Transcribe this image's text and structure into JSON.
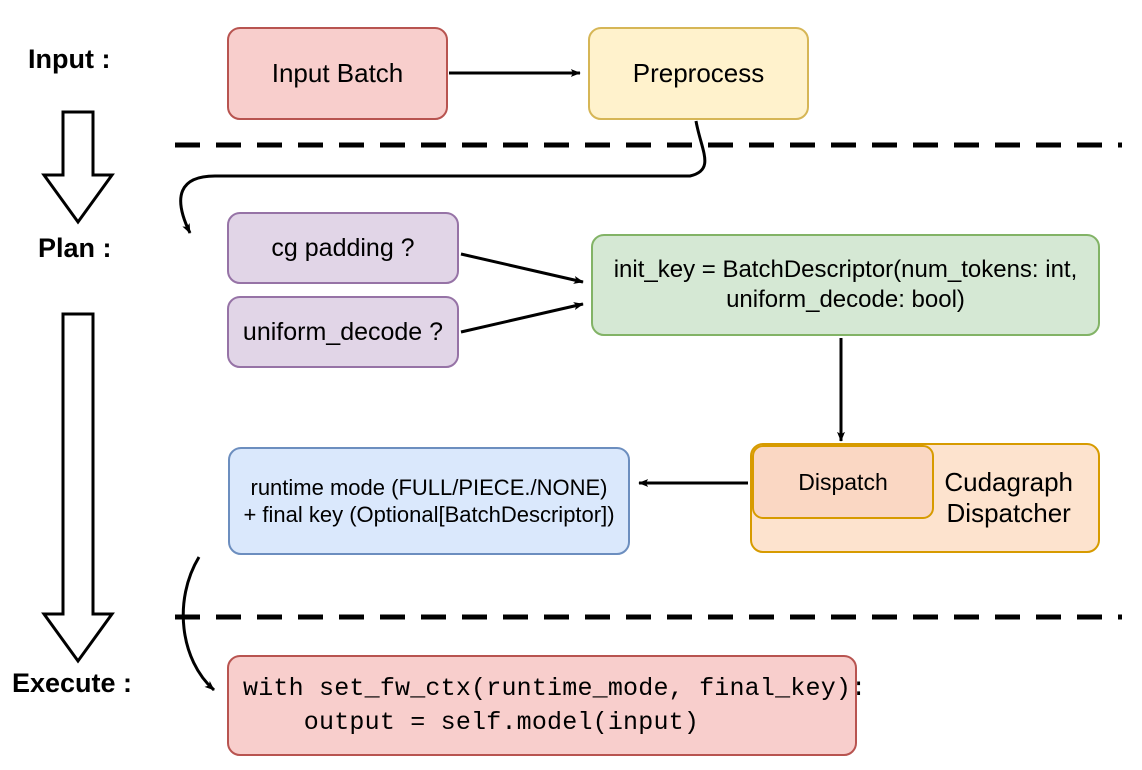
{
  "diagram": {
    "title": "Cudagraph dispatch pipeline",
    "type": "flowchart",
    "stages": [
      {
        "id": "input",
        "label": "Input :"
      },
      {
        "id": "plan",
        "label": "Plan :"
      },
      {
        "id": "execute",
        "label": "Execute :"
      }
    ],
    "nodes": [
      {
        "id": "input-batch",
        "label": "Input Batch",
        "fill": "#f8cecc",
        "stroke": "#b85450"
      },
      {
        "id": "preprocess",
        "label": "Preprocess",
        "fill": "#fff2cc",
        "stroke": "#d6b656"
      },
      {
        "id": "cg-padding",
        "label": "cg padding ?",
        "fill": "#e1d5e7",
        "stroke": "#9673a6"
      },
      {
        "id": "uniform-decode",
        "label": "uniform_decode ?",
        "fill": "#e1d5e7",
        "stroke": "#9673a6"
      },
      {
        "id": "init-key",
        "label": "init_key = BatchDescriptor(num_tokens: int,\nuniform_decode: bool)",
        "fill": "#d5e8d4",
        "stroke": "#82b366"
      },
      {
        "id": "cudagraph-dispatcher",
        "label": "Cudagraph\nDispatcher",
        "fill": "#fde3ce",
        "stroke": "#d79b00"
      },
      {
        "id": "dispatch",
        "label": "Dispatch",
        "fill": "#fad7c3",
        "stroke": "#d79b00"
      },
      {
        "id": "runtime-mode",
        "label": "runtime mode (FULL/PIECE./NONE)\n+ final key (Optional[BatchDescriptor])",
        "fill": "#dae8fc",
        "stroke": "#6c8ebf"
      },
      {
        "id": "execute-code",
        "label": "with set_fw_ctx(runtime_mode, final_key):\n    output = self.model(input)",
        "fill": "#f8cecc",
        "stroke": "#b85450"
      }
    ],
    "edges": [
      {
        "from": "input-batch",
        "to": "preprocess"
      },
      {
        "from": "preprocess",
        "to": "cg-padding"
      },
      {
        "from": "cg-padding",
        "to": "init-key"
      },
      {
        "from": "uniform-decode",
        "to": "init-key"
      },
      {
        "from": "init-key",
        "to": "dispatch"
      },
      {
        "from": "dispatch",
        "to": "runtime-mode"
      },
      {
        "from": "runtime-mode",
        "to": "execute-code"
      }
    ],
    "separators": [
      {
        "id": "input-plan-divider",
        "style": "dashed"
      },
      {
        "id": "plan-execute-divider",
        "style": "dashed"
      }
    ],
    "flow_arrows": [
      {
        "id": "input-to-plan-arrow",
        "direction": "down"
      },
      {
        "id": "plan-to-execute-arrow",
        "direction": "down"
      }
    ],
    "colors": {
      "stroke": "#000000",
      "background": "#ffffff"
    }
  }
}
